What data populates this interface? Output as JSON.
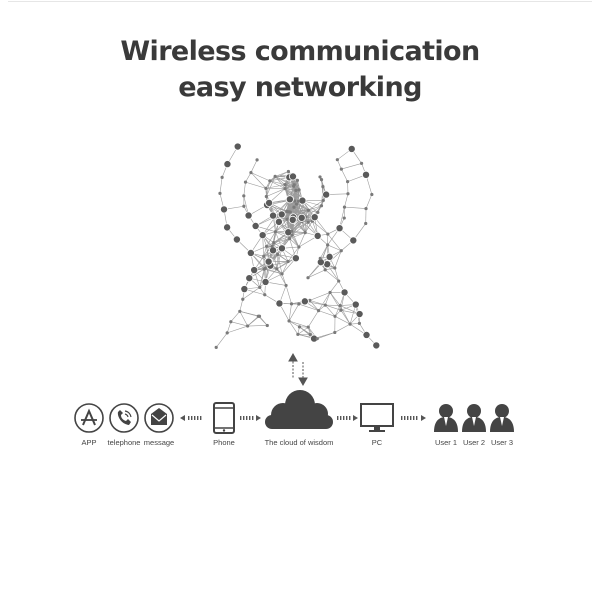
{
  "title": {
    "line1": "Wireless communication",
    "line2": "easy networking"
  },
  "diagram": {
    "center_icon": "signal-tower-icon",
    "flow_nodes": [
      {
        "key": "app",
        "label": "APP",
        "icon": "app-store-icon"
      },
      {
        "key": "telephone",
        "label": "telephone",
        "icon": "telephone-icon"
      },
      {
        "key": "message",
        "label": "message",
        "icon": "message-icon"
      },
      {
        "key": "phone",
        "label": "Phone",
        "icon": "smartphone-icon"
      },
      {
        "key": "cloud",
        "label": "The cloud of wisdom",
        "icon": "cloud-icon"
      },
      {
        "key": "pc",
        "label": "PC",
        "icon": "monitor-icon"
      },
      {
        "key": "user1",
        "label": "User 1",
        "icon": "user-icon"
      },
      {
        "key": "user2",
        "label": "User 2",
        "icon": "user-icon"
      },
      {
        "key": "user3",
        "label": "User 3",
        "icon": "user-icon"
      }
    ],
    "colors": {
      "icon": "#444444",
      "text": "#3a3a3a",
      "arrow": "#555555"
    }
  }
}
